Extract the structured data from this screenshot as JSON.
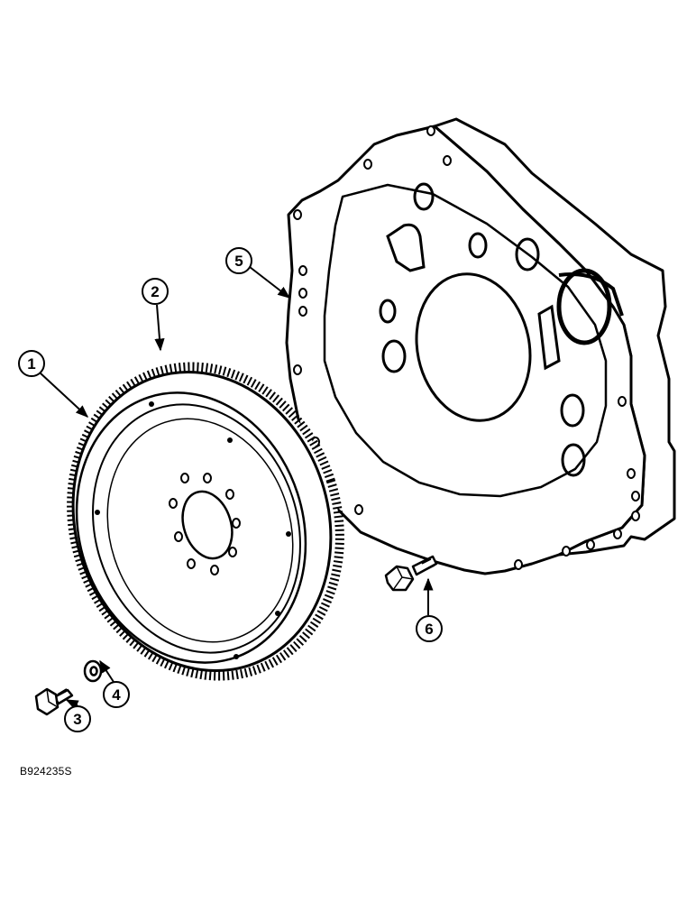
{
  "callouts": {
    "c1": "1",
    "c2": "2",
    "c3": "3",
    "c4": "4",
    "c5": "5",
    "c6": "6"
  },
  "figure_id": "B924235S",
  "colors": {
    "line": "#000000",
    "background": "#ffffff"
  }
}
